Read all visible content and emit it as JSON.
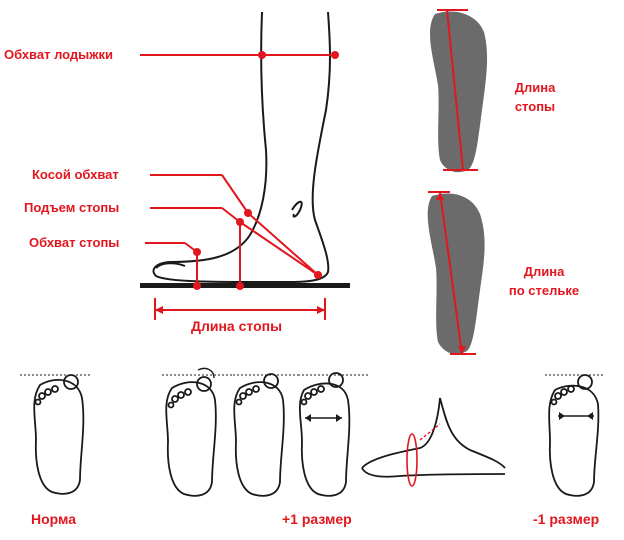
{
  "labels": {
    "ankle_girth": "Обхват лодыжки",
    "oblique_girth": "Косой обхват",
    "instep": "Подъем стопы",
    "foot_girth": "Обхват стопы",
    "foot_length_side": "Длина стопы",
    "foot_length_line1": "Длина",
    "foot_length_line2": "стопы",
    "insole_length_line1": "Длина",
    "insole_length_line2": "по стельке"
  },
  "captions": {
    "norm": "Норма",
    "plus_one": "+1 размер",
    "minus_one": "-1 размер"
  },
  "colors": {
    "accent": "#e2161e",
    "silhouette": "#6b6b6b",
    "outline": "#1a1a1a"
  }
}
